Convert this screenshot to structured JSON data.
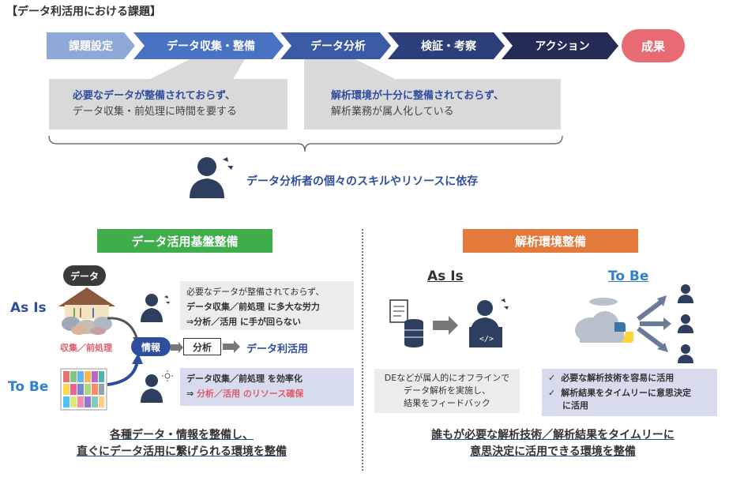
{
  "title": "【データ利活用における課題】",
  "process": {
    "steps": [
      "課題設定",
      "データ収集・整備",
      "データ分析",
      "検証・考察",
      "アクション"
    ],
    "result": "成果",
    "colors": [
      "#8ea9d8",
      "#4a72c3",
      "#3a5aa5",
      "#2d3f7a",
      "#242c55"
    ]
  },
  "issues": [
    {
      "highlight": "必要なデータが整備されておらず、",
      "text": "データ収集・前処理に時間を要する"
    },
    {
      "highlight": "解析環境が十分に整備されておらず、",
      "text": "解析業務が属人化している"
    }
  ],
  "dependency": "データ分析者の個々のスキルやリソースに依存",
  "left": {
    "title": "データ活用基盤整備",
    "title_color": "#3fae4a",
    "as_is": "As Is",
    "to_be": "To Be",
    "data_bubble": "データ",
    "collect_label": "収集／前処理",
    "info": "情報",
    "analysis": "分析",
    "usage": "データ利活用",
    "asis_box": {
      "line1": "必要なデータが整備されておらず、",
      "line2": "データ収集／前処理 に多大な労力",
      "line3": "⇒分析／活用 に手が回らない"
    },
    "tobe_box": {
      "line1": "データ収集／前処理 を効率化",
      "line2_prefix": "⇒ ",
      "line2_red": "分析／活用 のリソース確保"
    },
    "bottom": [
      "各種データ・情報を整備し、",
      "直ぐにデータ活用に繋げられる環境を整備"
    ]
  },
  "right": {
    "title": "解析環境整備",
    "title_color": "#e37a3b",
    "as_is": "As Is",
    "to_be": "To Be",
    "asis_box": [
      "DEなどが属人的にオフラインで",
      "データ解析を実施し、",
      "結果をフィードバック"
    ],
    "tobe_box": [
      "必要な解析技術を容易に活用",
      "解析結果をタイムリーに意思決定",
      "に活用"
    ],
    "check": "✓",
    "bottom": [
      "誰もが必要な解析技術／解析結果をタイムリーに",
      "意思決定に活用できる環境を整備"
    ]
  }
}
